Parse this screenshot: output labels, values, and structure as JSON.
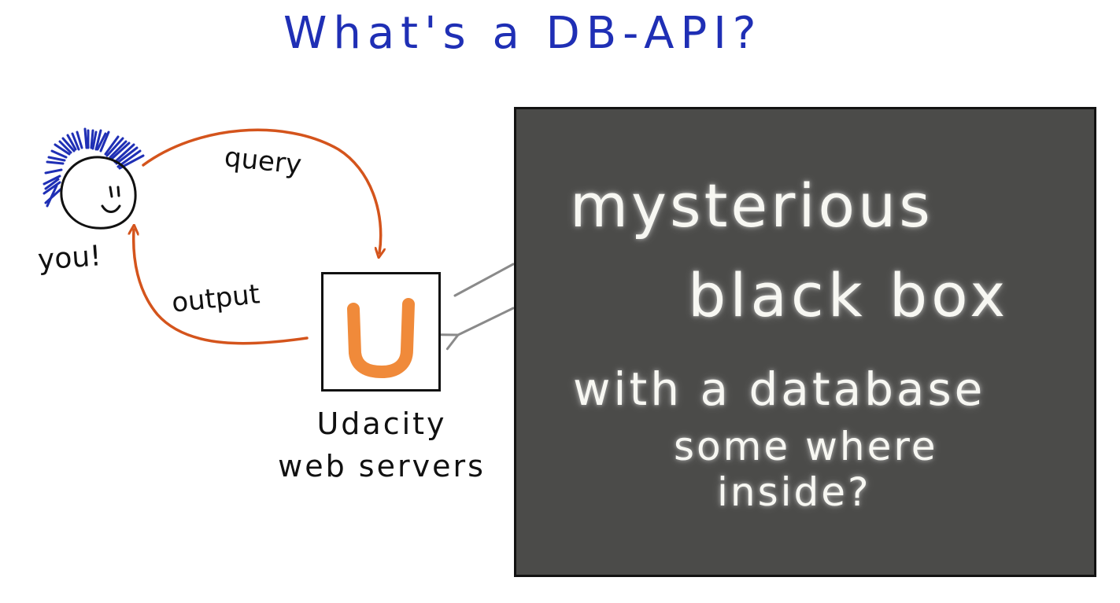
{
  "title": "What's a DB-API?",
  "person": {
    "label": "you!"
  },
  "arrows": {
    "query_label": "query",
    "output_label": "output"
  },
  "server": {
    "logo_text": "U",
    "label_line1": "Udacity",
    "label_line2": "web servers"
  },
  "black_box": {
    "line1": "mysterious",
    "line2": "black box",
    "line3": "with a database",
    "line4": "some where",
    "line5": "inside?"
  },
  "colors": {
    "title": "#1f2fb5",
    "hair": "#1f2fb5",
    "arrow": "#d4541c",
    "logo": "#f08a3a",
    "black_box_fill": "#4b4b49",
    "black_box_text": "#f7f7f2",
    "connector": "#8a8a8a"
  }
}
